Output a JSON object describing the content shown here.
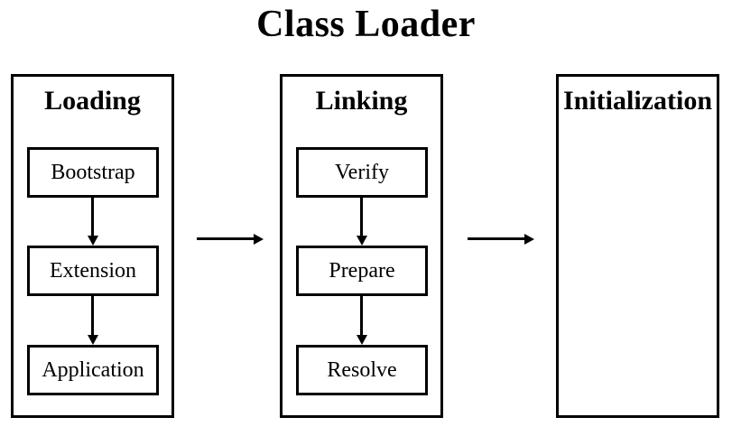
{
  "title": "Class Loader",
  "columns": [
    {
      "header": "Loading",
      "items": [
        "Bootstrap",
        "Extension",
        "Application"
      ]
    },
    {
      "header": "Linking",
      "items": [
        "Verify",
        "Prepare",
        "Resolve"
      ]
    },
    {
      "header": "Initialization",
      "items": []
    }
  ],
  "colors": {
    "stroke": "#000000",
    "background": "#ffffff"
  }
}
